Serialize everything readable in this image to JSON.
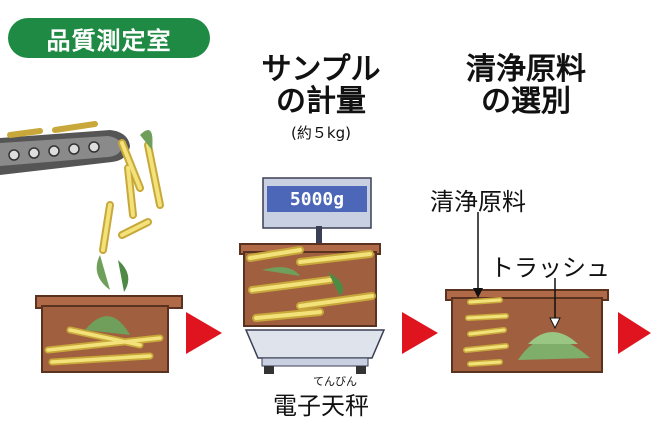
{
  "badge": {
    "label": "品質測定室"
  },
  "step_sample": {
    "title_line1": "サンプル",
    "title_line2": "の計量",
    "weight_note": "(約５kg)",
    "scale_display": "5000g",
    "scale_label": "電子天秤",
    "scale_ruby": "てんびん"
  },
  "step_select": {
    "title_line1": "清浄原料",
    "title_line2": "の選別",
    "clean_label": "清浄原料",
    "trash_label": "トラッシュ"
  },
  "colors": {
    "badge_green": "#1f8a43",
    "arrow_red": "#e0141f",
    "bin_brown": "#b06a48",
    "cane_yellow": "#f3e27a",
    "leaf_green": "#7fae6a",
    "scale_blue": "#4d67b8"
  },
  "icons": [
    "conveyor-icon",
    "sugarcane-bin-icon",
    "scale-icon",
    "sorting-bin-icon",
    "arrow-right-icon"
  ]
}
